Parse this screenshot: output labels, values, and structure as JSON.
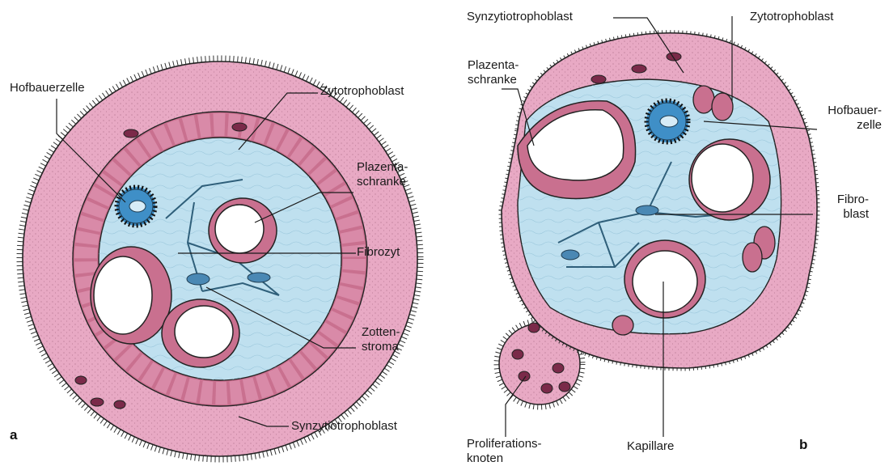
{
  "figure": {
    "panel_a": {
      "letter": "a",
      "labels": {
        "hofbauerzelle": "Hofbauerzelle",
        "zytotrophoblast": "Zytotrophoblast",
        "plazentaschranke": "Plazenta-\nschranke",
        "fibrozyt": "Fibrozyt",
        "zottenstroma": "Zotten-\nstroma",
        "synzytiotrophoblast": "Synzytiotrophoblast"
      }
    },
    "panel_b": {
      "letter": "b",
      "labels": {
        "synzytiotrophoblast": "Synzytiotrophoblast",
        "zytotrophoblast": "Zytotrophoblast",
        "plazentaschranke": "Plazenta-\nschranke",
        "hofbauerzelle": "Hofbauer-\nzelle",
        "fibroblast": "Fibro-\nblast",
        "proliferationsknoten": "Proliferations-\nknoten",
        "kapillare": "Kapillare"
      }
    },
    "colors": {
      "syncytium": "#e8a9c4",
      "cytotrophoblast": "#c9708f",
      "stroma": "#bfe0ef",
      "hofbauer": "#3f8fc7",
      "nucleus": "#7a2a49",
      "outline": "#222222"
    }
  }
}
